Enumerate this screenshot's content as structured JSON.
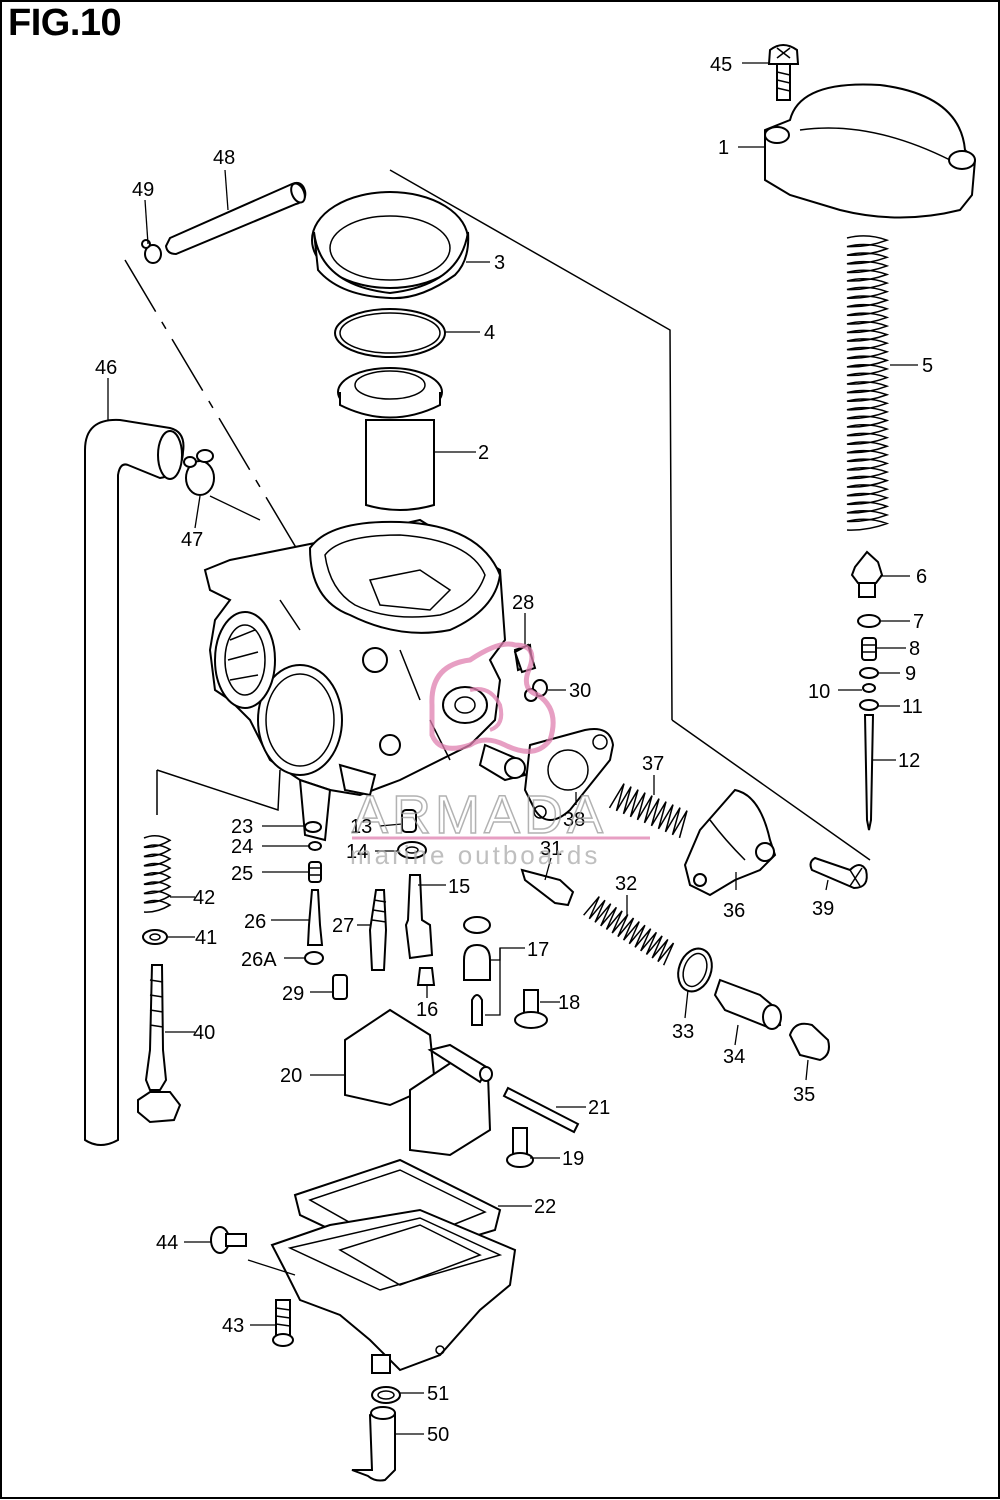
{
  "figure_title": "FIG.10",
  "watermark": {
    "brand": "ARMADA",
    "tagline": "marine outboards",
    "accent_color": "#e080b0"
  },
  "colors": {
    "ink": "#000000",
    "paper": "#ffffff"
  },
  "callouts": {
    "p1": "1",
    "p2": "2",
    "p3": "3",
    "p4": "4",
    "p5": "5",
    "p6": "6",
    "p7": "7",
    "p8": "8",
    "p9": "9",
    "p10": "10",
    "p11": "11",
    "p12": "12",
    "p13": "13",
    "p14": "14",
    "p15": "15",
    "p16": "16",
    "p17": "17",
    "p18": "18",
    "p19": "19",
    "p20": "20",
    "p21": "21",
    "p22": "22",
    "p23": "23",
    "p24": "24",
    "p25": "25",
    "p26": "26",
    "p26a": "26A",
    "p27": "27",
    "p28": "28",
    "p29": "29",
    "p30": "30",
    "p31": "31",
    "p32": "32",
    "p33": "33",
    "p34": "34",
    "p35": "35",
    "p36": "36",
    "p37": "37",
    "p38": "38",
    "p39": "39",
    "p40": "40",
    "p41": "41",
    "p42": "42",
    "p43": "43",
    "p44": "44",
    "p45": "45",
    "p46": "46",
    "p47": "47",
    "p48": "48",
    "p49": "49",
    "p50": "50",
    "p51": "51"
  }
}
